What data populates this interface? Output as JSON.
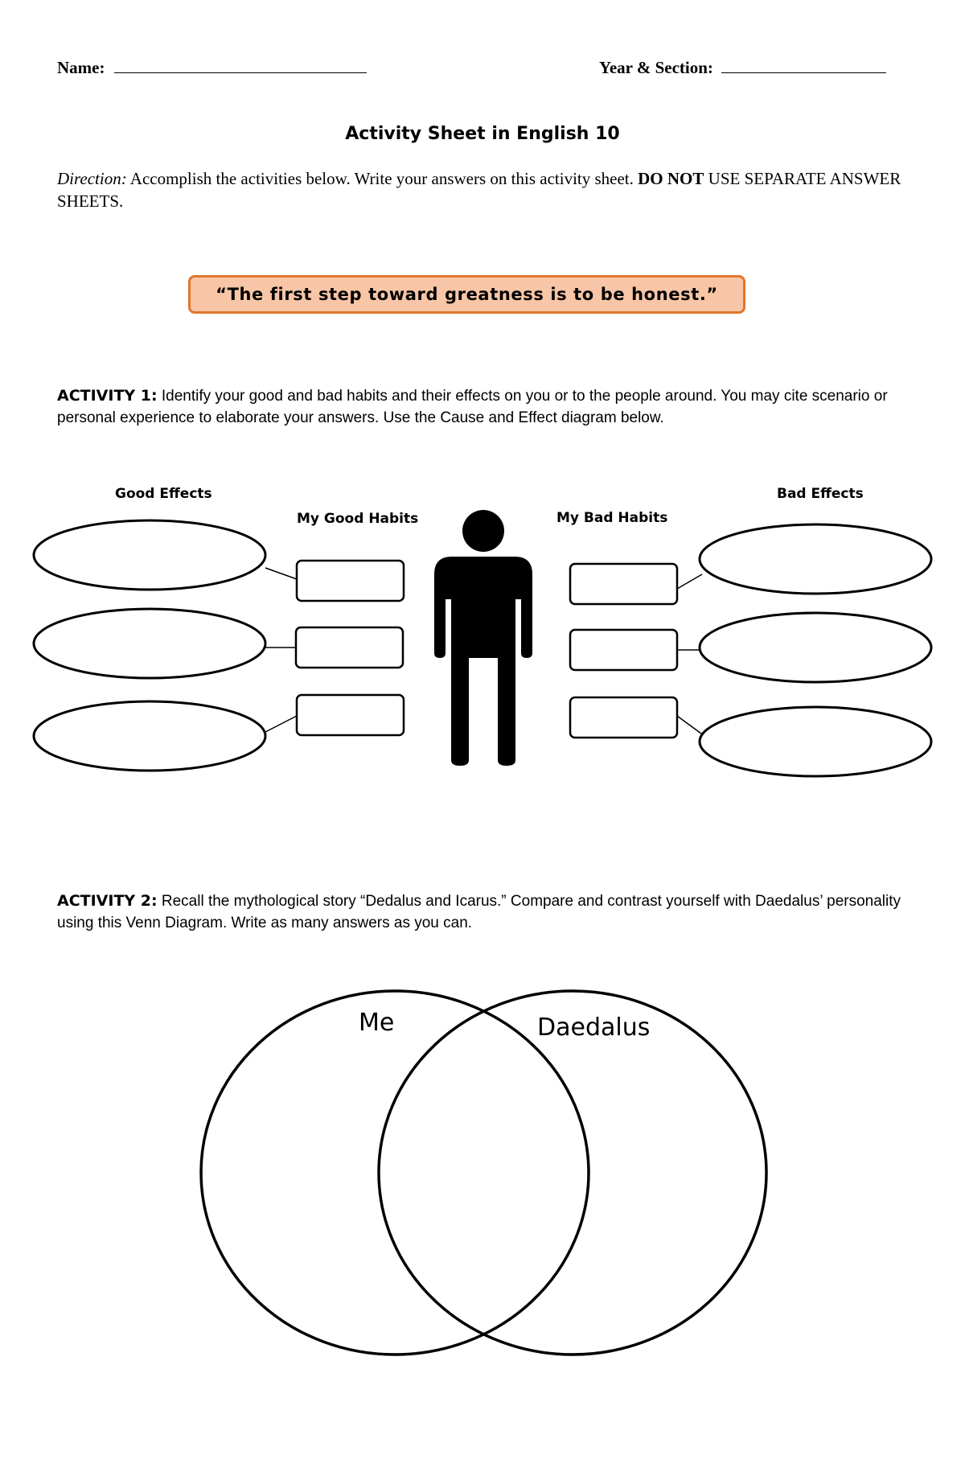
{
  "header": {
    "name_label": "Name:",
    "year_section_label": "Year & Section:"
  },
  "title": "Activity Sheet in English 10",
  "direction": {
    "lead": "Direction:",
    "text": " Accomplish the activities below. Write your answers on this activity sheet. ",
    "emphasis": "DO NOT",
    "tail": " USE SEPARATE ANSWER SHEETS."
  },
  "quote": "“The first step toward greatness is to be honest.”",
  "activity1": {
    "heading": "ACTIVITY 1:",
    "text": " Identify your good and bad habits and their effects on you or to the people around. You may cite scenario or personal experience to elaborate your answers. Use the Cause and Effect diagram below.",
    "diagram": {
      "good_effects_label": "Good Effects",
      "good_habits_label": "My Good Habits",
      "bad_habits_label": "My Bad Habits",
      "bad_effects_label": "Bad Effects",
      "icon": "person-icon"
    }
  },
  "activity2": {
    "heading": "ACTIVITY 2:",
    "text": " Recall the mythological story “Dedalus and Icarus.” Compare and contrast yourself with Daedalus’ personality using this Venn Diagram. Write as many answers as you can.",
    "venn": {
      "left_label": "Me",
      "right_label": "Daedalus"
    }
  }
}
